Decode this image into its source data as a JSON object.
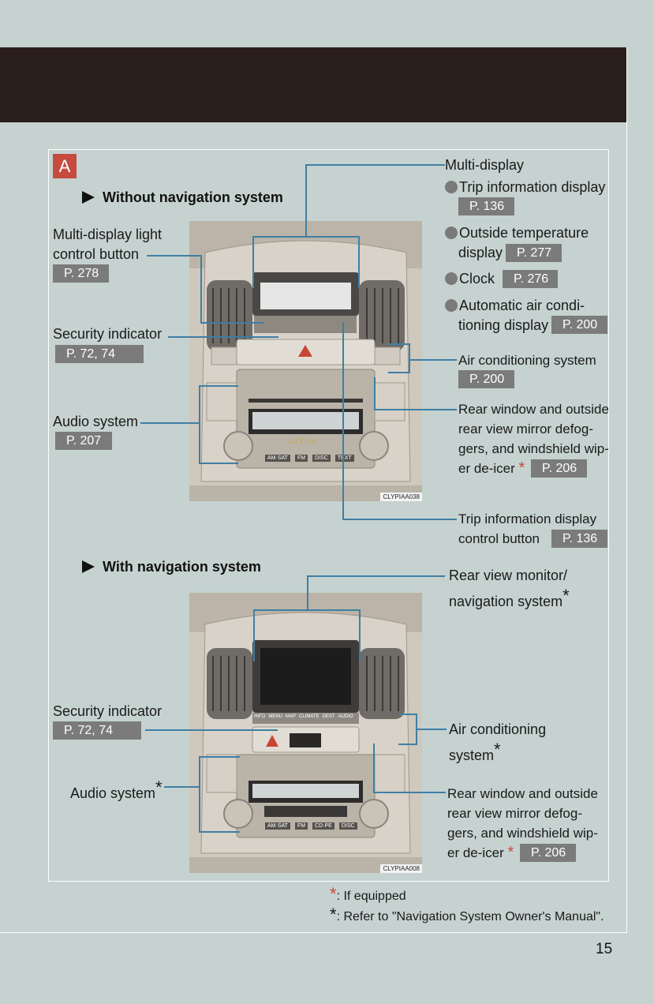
{
  "tab": "A",
  "sections": {
    "without_nav": "Without navigation system",
    "with_nav": "With navigation system"
  },
  "left": {
    "light_btn_1": "Multi-display light",
    "light_btn_2": "control button",
    "light_btn_ref": "P. 278",
    "security_1": "Security indicator",
    "security_1_ref": "P. 72, 74",
    "audio_1": "Audio system",
    "audio_1_ref": "P. 207",
    "security_2": "Security indicator",
    "security_2_ref": "P. 72, 74",
    "audio_2": "Audio system"
  },
  "right": {
    "multi_display": "Multi-display",
    "trip_info": "Trip information display",
    "trip_info_ref": "P. 136",
    "outside_temp_1": "Outside temperature",
    "outside_temp_2": "display",
    "outside_temp_ref": "P. 277",
    "clock": "Clock",
    "clock_ref": "P. 276",
    "auto_ac_1": "Automatic air condi-",
    "auto_ac_2": "tioning display",
    "auto_ac_ref": "P. 200",
    "ac_system": "Air conditioning system",
    "ac_system_ref": "P. 200",
    "defog_1": "Rear window and outside",
    "defog_2": "rear view mirror defog-",
    "defog_3": "gers, and windshield wip-",
    "defog_4": "er de-icer",
    "defog_ref": "P. 206",
    "trip_btn_1": "Trip information display",
    "trip_btn_2": "control button",
    "trip_btn_ref": "P. 136",
    "rvm_1": "Rear view monitor/",
    "rvm_2": "navigation system",
    "ac2_1": "Air conditioning",
    "ac2_2": "system",
    "defog2_1": "Rear window and outside",
    "defog2_2": "rear view mirror defog-",
    "defog2_3": "gers, and windshield wip-",
    "defog2_4": "er de-icer",
    "defog2_ref": "P. 206"
  },
  "photos": {
    "code_1": "CLYPIAA038",
    "code_2": "CLYPIAA008",
    "brand": "LEXUS",
    "buttons_1": [
      "AM·SAT",
      "FM",
      "DISC",
      "TEXT"
    ],
    "buttons_2": [
      "AM·SAT",
      "FM",
      "CD·PE",
      "DISC"
    ],
    "nav_buttons": [
      "INFO",
      "MENU",
      "MAP",
      "CLIMATE",
      "DEST",
      "AUDIO"
    ]
  },
  "marks": {
    "star_red": "*",
    "star_black": "*"
  },
  "notes": {
    "n1": ": If equipped",
    "n2": ": Refer to \"Navigation System Owner's Manual\"."
  },
  "page_number": "15",
  "colors": {
    "background": "#c5d2d0",
    "header": "#2a1e1b",
    "accent_red": "#c54b3f",
    "leader_blue": "#3f7fa5",
    "ref_gray": "#7b7b7b"
  }
}
